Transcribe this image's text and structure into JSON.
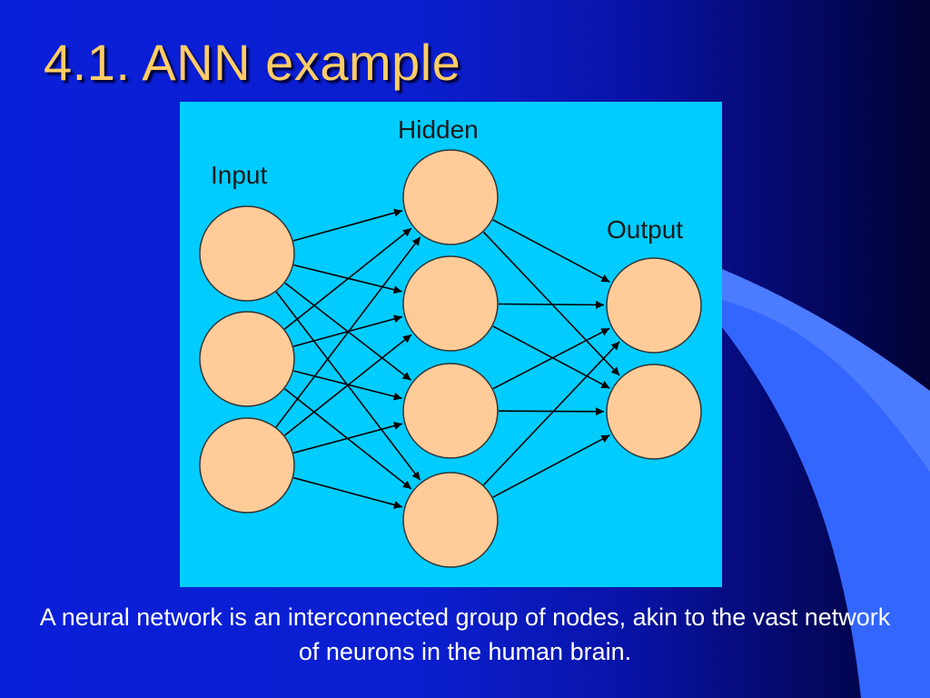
{
  "slide": {
    "title": "4.1. ANN example",
    "caption": "A neural network is an interconnected group of nodes, akin to the vast network of neurons in the human brain."
  },
  "diagram": {
    "layers": [
      {
        "id": "input",
        "label": "Input",
        "node_count": 3
      },
      {
        "id": "hidden",
        "label": "Hidden",
        "node_count": 4
      },
      {
        "id": "output",
        "label": "Output",
        "node_count": 2
      }
    ],
    "connections": [
      {
        "from": "input",
        "to": "hidden",
        "pattern": "fully-connected"
      },
      {
        "from": "hidden",
        "to": "output",
        "pattern": "fully-connected"
      }
    ]
  },
  "colors": {
    "title": "#ffcc66",
    "panel_background": "#00ccff",
    "node_fill": "#ffcc99",
    "node_stroke": "#333333",
    "edge": "#000000",
    "caption": "#ffffff"
  }
}
